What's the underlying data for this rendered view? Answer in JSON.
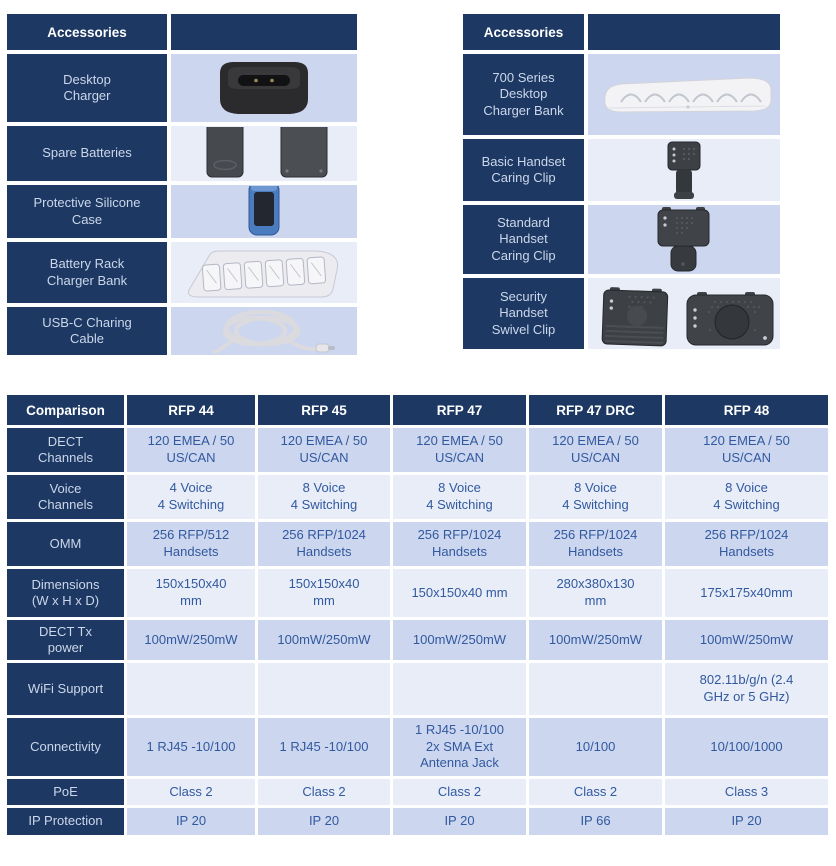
{
  "colors": {
    "navy": "#1c3863",
    "header_text": "#ffffff",
    "label_text": "#ccd7ea",
    "cell_dark": "#ccd6ee",
    "cell_light": "#e8edf8",
    "value_text": "#31599f"
  },
  "accessories_left": {
    "header": "Accessories",
    "items": [
      {
        "label": "Desktop\nCharger",
        "image": "desktop-charger"
      },
      {
        "label": "Spare Batteries",
        "image": "spare-batteries"
      },
      {
        "label": "Protective Silicone\nCase",
        "image": "protective-silicone-case"
      },
      {
        "label": "Battery Rack\nCharger Bank",
        "image": "battery-rack-charger-bank"
      },
      {
        "label": "USB-C Charing\nCable",
        "image": "usb-c-charging-cable"
      }
    ]
  },
  "accessories_right": {
    "header": "Accessories",
    "items": [
      {
        "label": "700 Series\nDesktop\nCharger Bank",
        "image": "700-series-desktop-charger-bank"
      },
      {
        "label": "Basic Handset\nCaring Clip",
        "image": "basic-handset-caring-clip"
      },
      {
        "label": "Standard\nHandset\nCaring Clip",
        "image": "standard-handset-caring-clip"
      },
      {
        "label": "Security\nHandset\nSwivel Clip",
        "image": "security-handset-swivel-clip"
      }
    ]
  },
  "comparison": {
    "columns": [
      "Comparison",
      "RFP 44",
      "RFP 45",
      "RFP 47",
      "RFP 47 DRC",
      "RFP 48"
    ],
    "rows": [
      {
        "label": "DECT\nChannels",
        "values": [
          "120 EMEA / 50\nUS/CAN",
          "120 EMEA / 50\nUS/CAN",
          "120 EMEA / 50\nUS/CAN",
          "120 EMEA / 50\nUS/CAN",
          "120 EMEA / 50\nUS/CAN"
        ]
      },
      {
        "label": "Voice\nChannels",
        "values": [
          "4 Voice\n4 Switching",
          "8 Voice\n4 Switching",
          "8 Voice\n4 Switching",
          "8 Voice\n4 Switching",
          "8 Voice\n4 Switching"
        ]
      },
      {
        "label": "OMM",
        "values": [
          "256 RFP/512\nHandsets",
          "256 RFP/1024\nHandsets",
          "256 RFP/1024\nHandsets",
          "256 RFP/1024\nHandsets",
          "256 RFP/1024\nHandsets"
        ]
      },
      {
        "label": "Dimensions\n(W x H x D)",
        "values": [
          "150x150x40\nmm",
          "150x150x40\nmm",
          "150x150x40 mm",
          "280x380x130\nmm",
          "175x175x40mm"
        ]
      },
      {
        "label": "DECT Tx\npower",
        "values": [
          "100mW/250mW",
          "100mW/250mW",
          "100mW/250mW",
          "100mW/250mW",
          "100mW/250mW"
        ]
      },
      {
        "label": "WiFi Support",
        "values": [
          "",
          "",
          "",
          "",
          "802.11b/g/n (2.4\nGHz or 5 GHz)"
        ]
      },
      {
        "label": "Connectivity",
        "values": [
          "1 RJ45 -10/100",
          "1 RJ45 -10/100",
          "1 RJ45 -10/100\n2x SMA Ext\nAntenna Jack",
          "10/100",
          "10/100/1000"
        ]
      },
      {
        "label": "PoE",
        "values": [
          "Class 2",
          "Class 2",
          "Class 2",
          "Class 2",
          "Class 3"
        ]
      },
      {
        "label": "IP Protection",
        "values": [
          "IP 20",
          "IP 20",
          "IP 20",
          "IP 66",
          "IP 20"
        ]
      }
    ]
  }
}
